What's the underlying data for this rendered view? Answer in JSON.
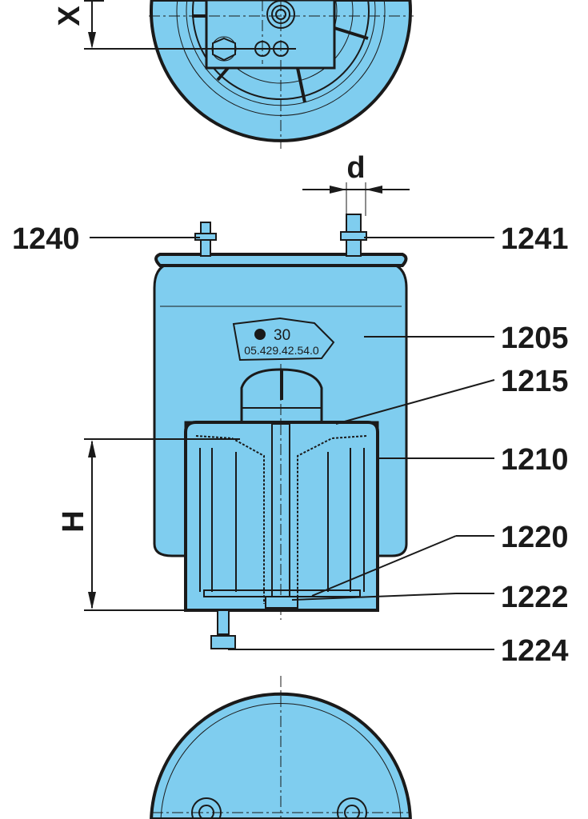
{
  "colors": {
    "part_fill": "#7fcdef",
    "line": "#1a1a1a",
    "background": "#ffffff"
  },
  "dimensions": {
    "x_label": "X",
    "d_label": "d",
    "h_label": "H"
  },
  "part_marking": {
    "symbol": "bpw-logo-icon",
    "number": "30",
    "part_number": "05.429.42.54.0"
  },
  "callouts": [
    "1240",
    "1241",
    "1205",
    "1215",
    "1210",
    "1220",
    "1222",
    "1224"
  ]
}
